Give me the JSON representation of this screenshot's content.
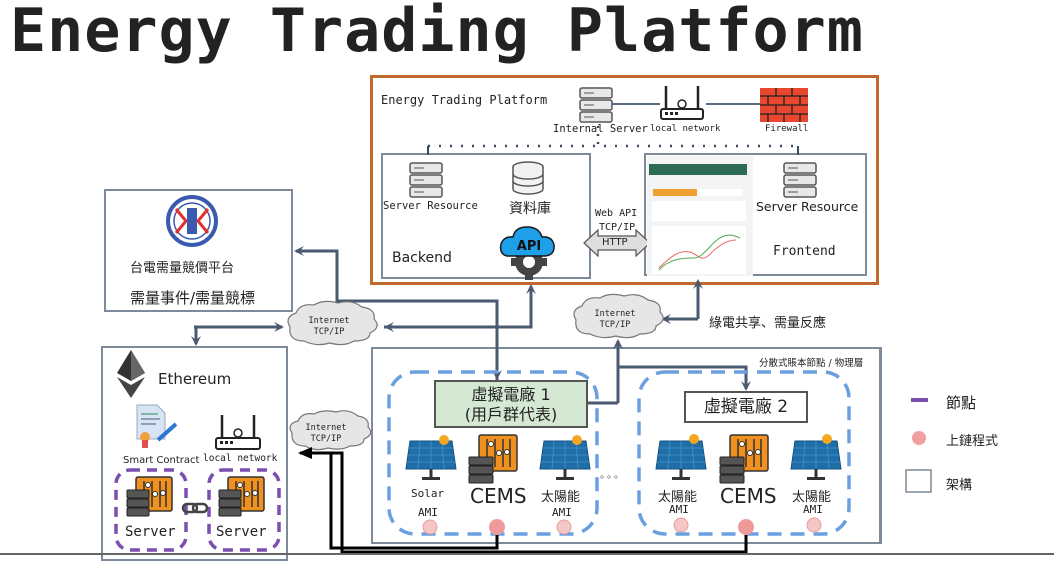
{
  "title": "Energy Trading Platform",
  "colors": {
    "platform_border": "#c0692a",
    "box_border": "#7d8a99",
    "arrow": "#4a5a70",
    "dashed_blue": "#6a9fe0",
    "dashed_purple": "#7a4fb0",
    "onchain_dot": "#f0a0a0",
    "vpp1_fill": "#d5e8d4",
    "firewall": "#e8462e",
    "cems_orange": "#f0901e",
    "api_blue": "#1ea0e8"
  },
  "platform": {
    "label": "Energy Trading Platform",
    "internal_server": "Internal Server",
    "local_network": "local network",
    "firewall": "Firewall",
    "backend": {
      "server_resource": "Server Resource",
      "database": "資料庫",
      "label": "Backend",
      "api": "API"
    },
    "web_api": {
      "line1": "Web API",
      "line2": "TCP/IP",
      "line3": "HTTP"
    },
    "frontend": {
      "server_resource": "Server Resource",
      "label": "Frontend"
    }
  },
  "taipower": {
    "name": "台電需量競價平台",
    "subtitle": "需量事件/需量競標"
  },
  "clouds": [
    {
      "line1": "Internet",
      "line2": "TCP/IP"
    },
    {
      "line1": "Internet",
      "line2": "TCP/IP"
    },
    {
      "line1": "Internet",
      "line2": "TCP/IP"
    }
  ],
  "green_label": "綠電共享、需量反應",
  "ethereum": {
    "label": "Ethereum",
    "smart_contract": "Smart Contract",
    "local_network": "local network",
    "servers": [
      "Server",
      "Server"
    ]
  },
  "physical_layer": {
    "label": "分散式賬本節點 / 物理層",
    "vpp1": {
      "line1": "虛擬電廠 1",
      "line2": "(用戶群代表)"
    },
    "vpp2": {
      "line1": "虛擬電廠 2"
    },
    "group1": {
      "left_top": "Solar",
      "left_bottom": "AMI",
      "cems": "CEMS",
      "right_top": "太陽能",
      "right_bottom": "AMI"
    },
    "group2": {
      "left_top": "太陽能",
      "left_bottom": "AMI",
      "cems": "CEMS",
      "right_top": "太陽能",
      "right_bottom": "AMI"
    },
    "ellipsis": "。。。"
  },
  "legend": [
    {
      "icon": "purple-dash",
      "label": "節點"
    },
    {
      "icon": "pink-dot",
      "label": "上鏈程式"
    },
    {
      "icon": "square",
      "label": "架構"
    }
  ]
}
